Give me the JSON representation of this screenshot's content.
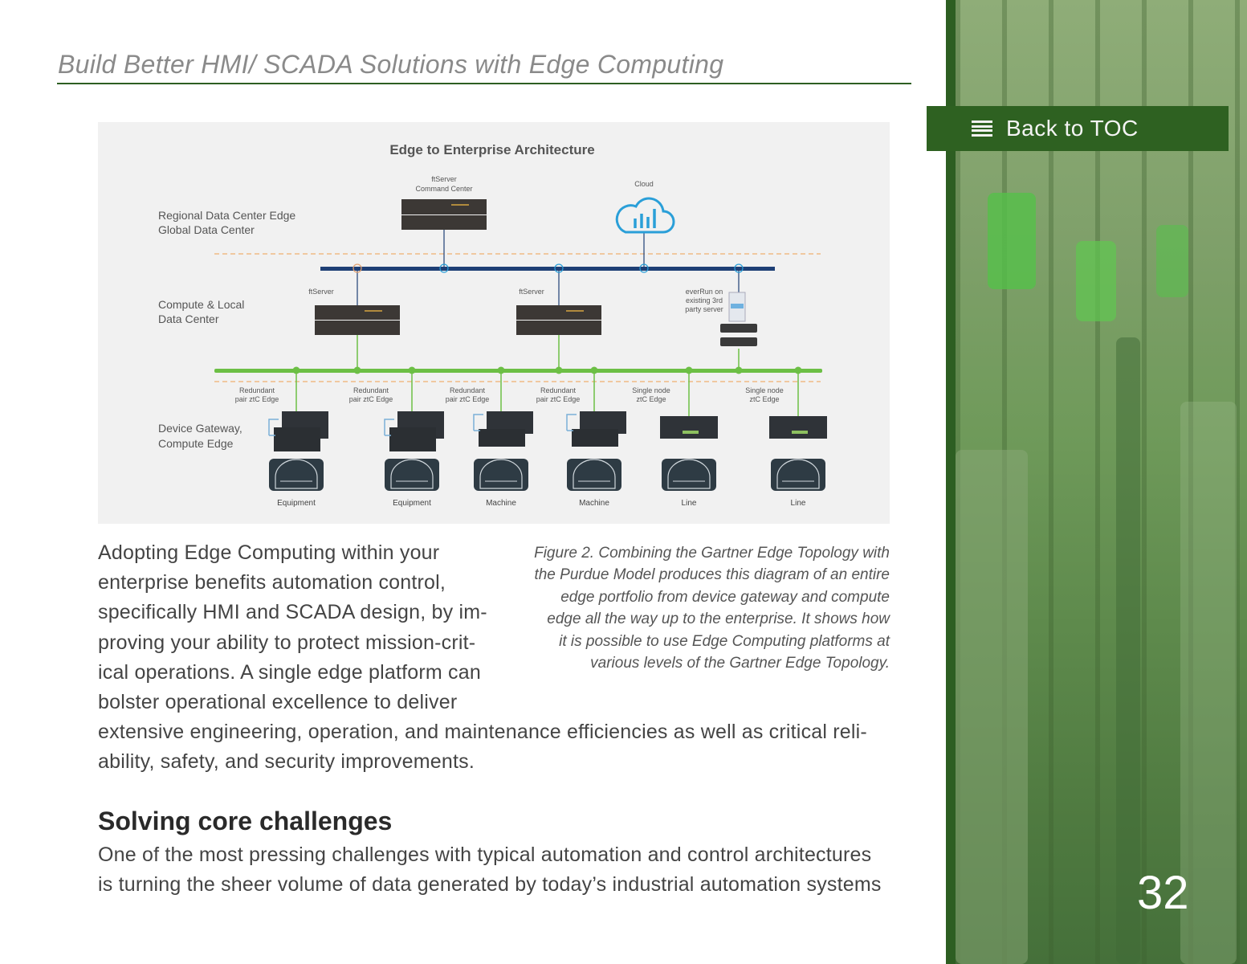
{
  "header": {
    "title": "Build Better HMI/ SCADA Solutions with Edge Computing"
  },
  "diagram": {
    "title": "Edge to Enterprise Architecture",
    "tiers": {
      "regional": [
        "Regional Data Center Edge",
        "Global Data Center"
      ],
      "compute": [
        "Compute & Local",
        "Data Center"
      ],
      "device": [
        "Device Gateway,",
        "Compute Edge"
      ]
    },
    "command_center": [
      "ftServer",
      "Command Center"
    ],
    "cloud": "Cloud",
    "ftserver_1": "ftServer",
    "ftserver_2": "ftServer",
    "everrun": [
      "everRun on",
      "existing 3rd",
      "party  server"
    ],
    "edges": [
      {
        "label": [
          "Redundant",
          "pair ztC Edge"
        ],
        "asset": "Equipment"
      },
      {
        "label": [
          "Redundant",
          "pair ztC Edge"
        ],
        "asset": "Equipment"
      },
      {
        "label": [
          "Redundant",
          "pair ztC Edge"
        ],
        "asset": "Machine"
      },
      {
        "label": [
          "Redundant",
          "pair ztC Edge"
        ],
        "asset": "Machine"
      },
      {
        "label": [
          "Single node",
          "ztC Edge"
        ],
        "asset": "Line"
      },
      {
        "label": [
          "Single node",
          "ztC Edge"
        ],
        "asset": "Line"
      }
    ]
  },
  "body_lines": [
    "Adopting Edge Computing within your",
    "enterprise benefits automation control,",
    "specifically HMI and SCADA design, by im-",
    "proving your ability to protect mission-crit-",
    "ical operations. A single edge platform can",
    "bolster operational excellence to deliver",
    "extensive engineering, operation, and maintenance efficiencies as well as critical reli-",
    "ability, safety, and security improvements."
  ],
  "caption_lines": [
    "Figure 2. Combining the Gartner Edge Topology with",
    "the Purdue Model produces this diagram of an entire",
    "edge portfolio from device gateway and compute",
    "edge all the way up to the enterprise. It shows how",
    "it is possible to use Edge Computing platforms at",
    "various levels of the Gartner Edge Topology."
  ],
  "section": {
    "heading": "Solving core challenges",
    "lines": [
      "One of the most pressing challenges with typical automation and control architectures",
      "is turning the sheer volume of data generated by today’s industrial automation systems"
    ]
  },
  "sidebar": {
    "toc_label": "Back to TOC",
    "page_number": "32"
  },
  "colors": {
    "brand_green": "#2d5e22",
    "bus_blue": "#1e3f75",
    "bus_green": "#6cbf45",
    "cloud_blue": "#2a9fd8"
  }
}
